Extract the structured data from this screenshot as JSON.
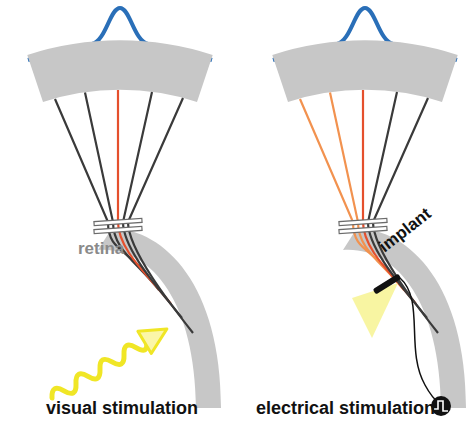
{
  "diagram": {
    "labels": [
      "retina",
      "visual stimulation",
      "implant",
      "electrical stimulation"
    ]
  }
}
